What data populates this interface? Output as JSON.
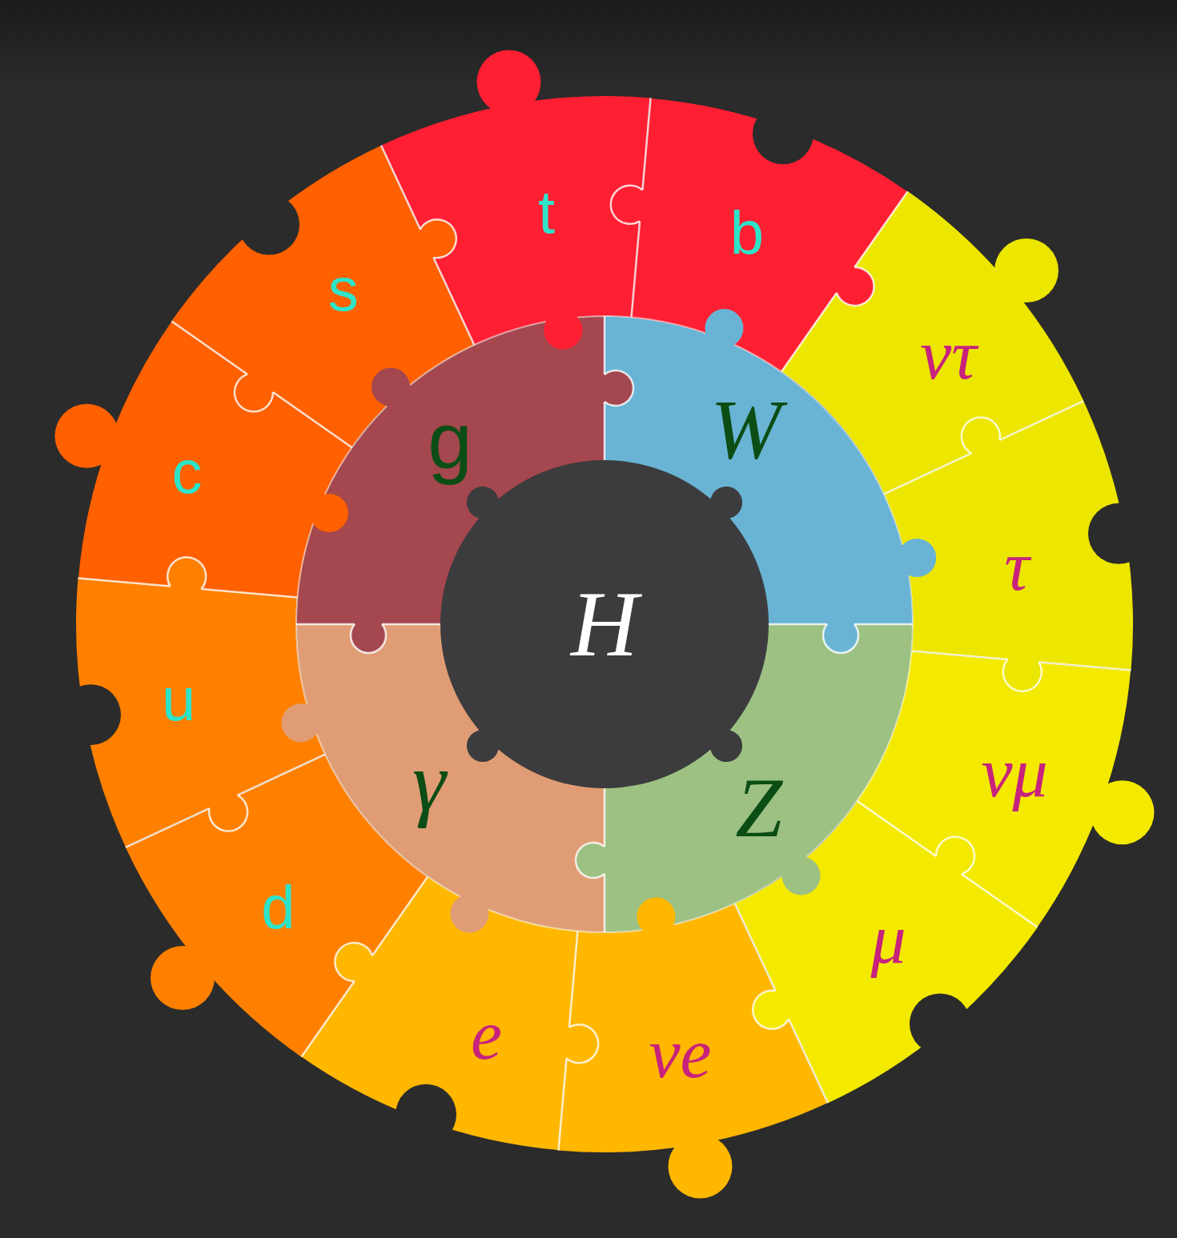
{
  "diagram": {
    "nodes": [
      {
        "text": [
          "H"
        ]
      },
      {
        "text": [
          "g"
        ]
      },
      {
        "text": [
          "W"
        ]
      },
      {
        "text": [
          "Z"
        ]
      },
      {
        "text": [
          "γ"
        ]
      },
      {
        "text": [
          "t"
        ]
      },
      {
        "text": [
          "b"
        ]
      },
      {
        "text": [
          "ντ"
        ]
      },
      {
        "text": [
          "τ"
        ]
      },
      {
        "text": [
          "νμ"
        ]
      },
      {
        "text": [
          "μ"
        ]
      },
      {
        "text": [
          "νe"
        ]
      },
      {
        "text": [
          "e"
        ]
      },
      {
        "text": [
          "d"
        ]
      },
      {
        "text": [
          "u"
        ]
      },
      {
        "text": [
          "c"
        ]
      },
      {
        "text": [
          "s"
        ]
      }
    ]
  }
}
